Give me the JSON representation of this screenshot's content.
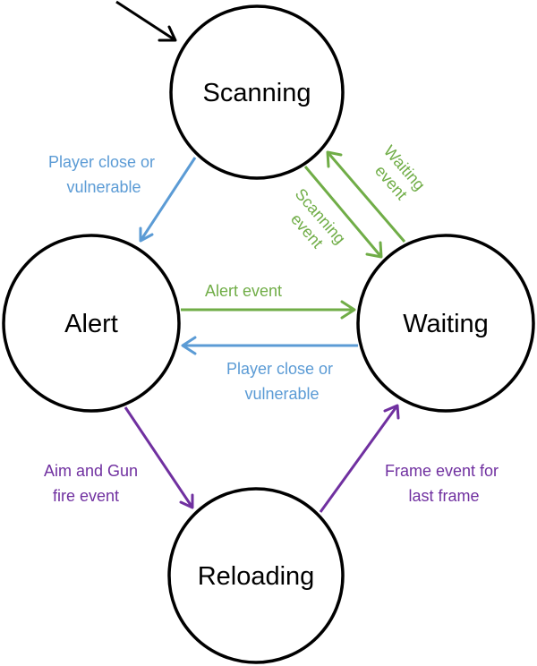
{
  "colors": {
    "blue": "#5B9BD5",
    "green": "#70AD47",
    "purple": "#7030A0",
    "black": "#000000"
  },
  "states": {
    "scanning": "Scanning",
    "alert": "Alert",
    "waiting": "Waiting",
    "reloading": "Reloading"
  },
  "transitions": {
    "scanning_to_alert": {
      "line1": "Player close or",
      "line2": "vulnerable"
    },
    "waiting_to_scanning": {
      "line1": "Waiting",
      "line2": "event"
    },
    "scanning_to_waiting": {
      "line1": "Scanning",
      "line2": "event"
    },
    "alert_to_waiting": {
      "line1": "Alert event"
    },
    "waiting_to_alert": {
      "line1": "Player close or",
      "line2": "vulnerable"
    },
    "alert_to_reloading": {
      "line1": "Aim and Gun",
      "line2": "fire event"
    },
    "reloading_to_waiting": {
      "line1": "Frame event for",
      "line2": "last frame"
    }
  }
}
